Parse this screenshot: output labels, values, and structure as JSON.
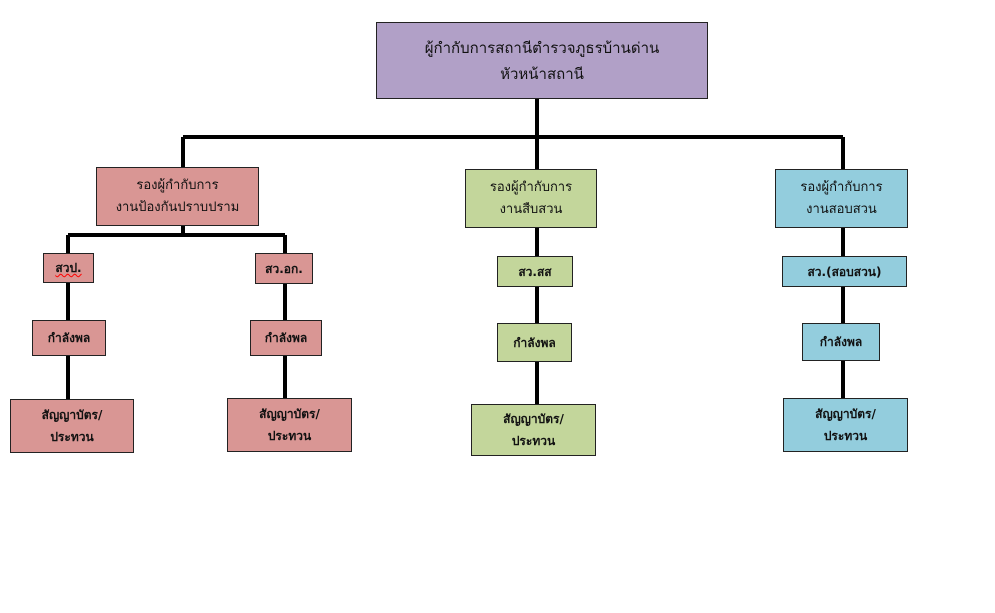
{
  "root": {
    "line1": "ผู้กำกับการสถานีตำรวจภูธรบ้านด่าน",
    "line2": "หัวหน้าสถานี"
  },
  "branches": [
    {
      "line1": "รองผู้กำกับการ",
      "line2": "งานป้องกันปราบปราม"
    },
    {
      "line1": "รองผู้กำกับการ",
      "line2": "งานสืบสวน"
    },
    {
      "line1": "รองผู้กำกับการ",
      "line2": "งานสอบสวน"
    }
  ],
  "units": [
    "สวป.",
    "สว.อก.",
    "สว.สส",
    "สว.(สอบสวน)"
  ],
  "staff_label": "กำลังพล",
  "officer": {
    "line1": "สัญญาบัตร/",
    "line2": "ประทวน"
  },
  "colors": {
    "root": "#b1a0c7",
    "prevention": "#d99694",
    "investigation": "#c3d69b",
    "inquiry": "#93cddd"
  }
}
